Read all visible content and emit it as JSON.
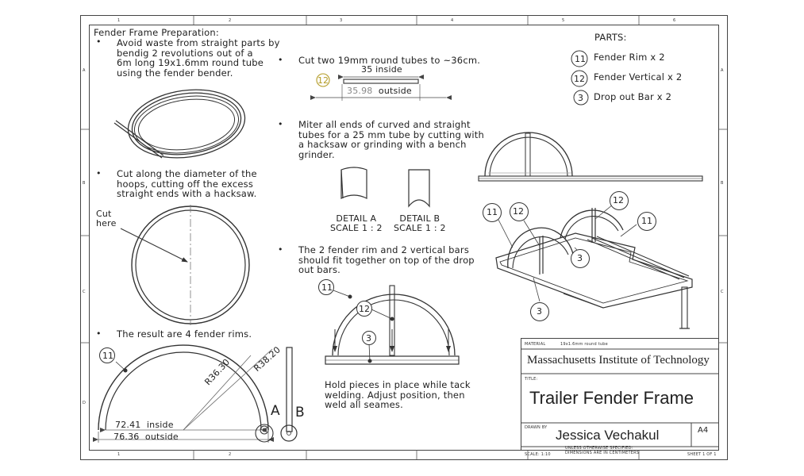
{
  "border": {
    "columns": [
      "1",
      "2",
      "3",
      "4",
      "5",
      "6"
    ],
    "rows": [
      "A",
      "B",
      "C",
      "D"
    ]
  },
  "sections": {
    "prep_title": "Fender Frame Preparation:",
    "prep_bullet": [
      "Avoid waste from straight parts by",
      "bendig 2 revolutions out of a",
      "6m long 19x1.6mm round tube",
      "using the fender bender."
    ],
    "cut_bullet": [
      "Cut along the diameter of the",
      "hoops, cutting off the excess",
      "straight ends with a hacksaw."
    ],
    "cut_here": [
      "Cut",
      "here"
    ],
    "result_bullet": "The result are 4 fender rims.",
    "tubes_bullet": "Cut two 19mm round tubes to ~36cm.",
    "miter_bullet": [
      "Miter all ends of curved and straight",
      "tubes for a 25 mm tube by cutting with",
      "a hacksaw or grinding with a bench",
      "grinder."
    ],
    "fit_bullet": [
      "The 2 fender rim and 2 vertical bars",
      "should fit together on top of the drop",
      "out bars."
    ],
    "hold_text": [
      "Hold pieces in place while tack",
      "welding.  Adjust position, then",
      "weld all seames."
    ]
  },
  "dimensions": {
    "tube_inside": "35 inside",
    "tube_outside_value": "35.98",
    "tube_outside_label": "outside",
    "rim_inside_value": "72.41",
    "rim_inside_label": "inside",
    "rim_outside_value": "76.36",
    "rim_outside_label": "outside",
    "radius_1": "R36.30",
    "radius_2": "R38.20"
  },
  "details": {
    "a": {
      "name": "DETAIL A",
      "scale": "SCALE 1 : 2"
    },
    "b": {
      "name": "DETAIL B",
      "scale": "SCALE 1 : 2"
    },
    "letter_a": "A",
    "letter_b": "B"
  },
  "parts": {
    "title": "PARTS:",
    "items": [
      {
        "num": "11",
        "label": "Fender Rim x 2"
      },
      {
        "num": "12",
        "label": "Fender Vertical x 2"
      },
      {
        "num": "3",
        "label": "Drop out Bar x 2"
      }
    ]
  },
  "balloons": {
    "rim": "11",
    "vertical": "12",
    "dropout": "3"
  },
  "title_block": {
    "material_label": "MATERIAL",
    "material_value": "19x1.6mm round tube",
    "company": "Massachusetts Institute of Technology",
    "title_label": "TITLE:",
    "title": "Trailer Fender Frame",
    "drawn_by_label": "DRAWN BY",
    "author": "Jessica Vechakul",
    "size": "A4",
    "tolerance_note_1": "UNLESS OTHERWISE SPECIFIED:",
    "tolerance_note_2": "DIMENSIONS ARE IN CENTIMETERS",
    "scale": "SCALE: 1:10",
    "sheet": "SHEET 1 OF 1"
  }
}
